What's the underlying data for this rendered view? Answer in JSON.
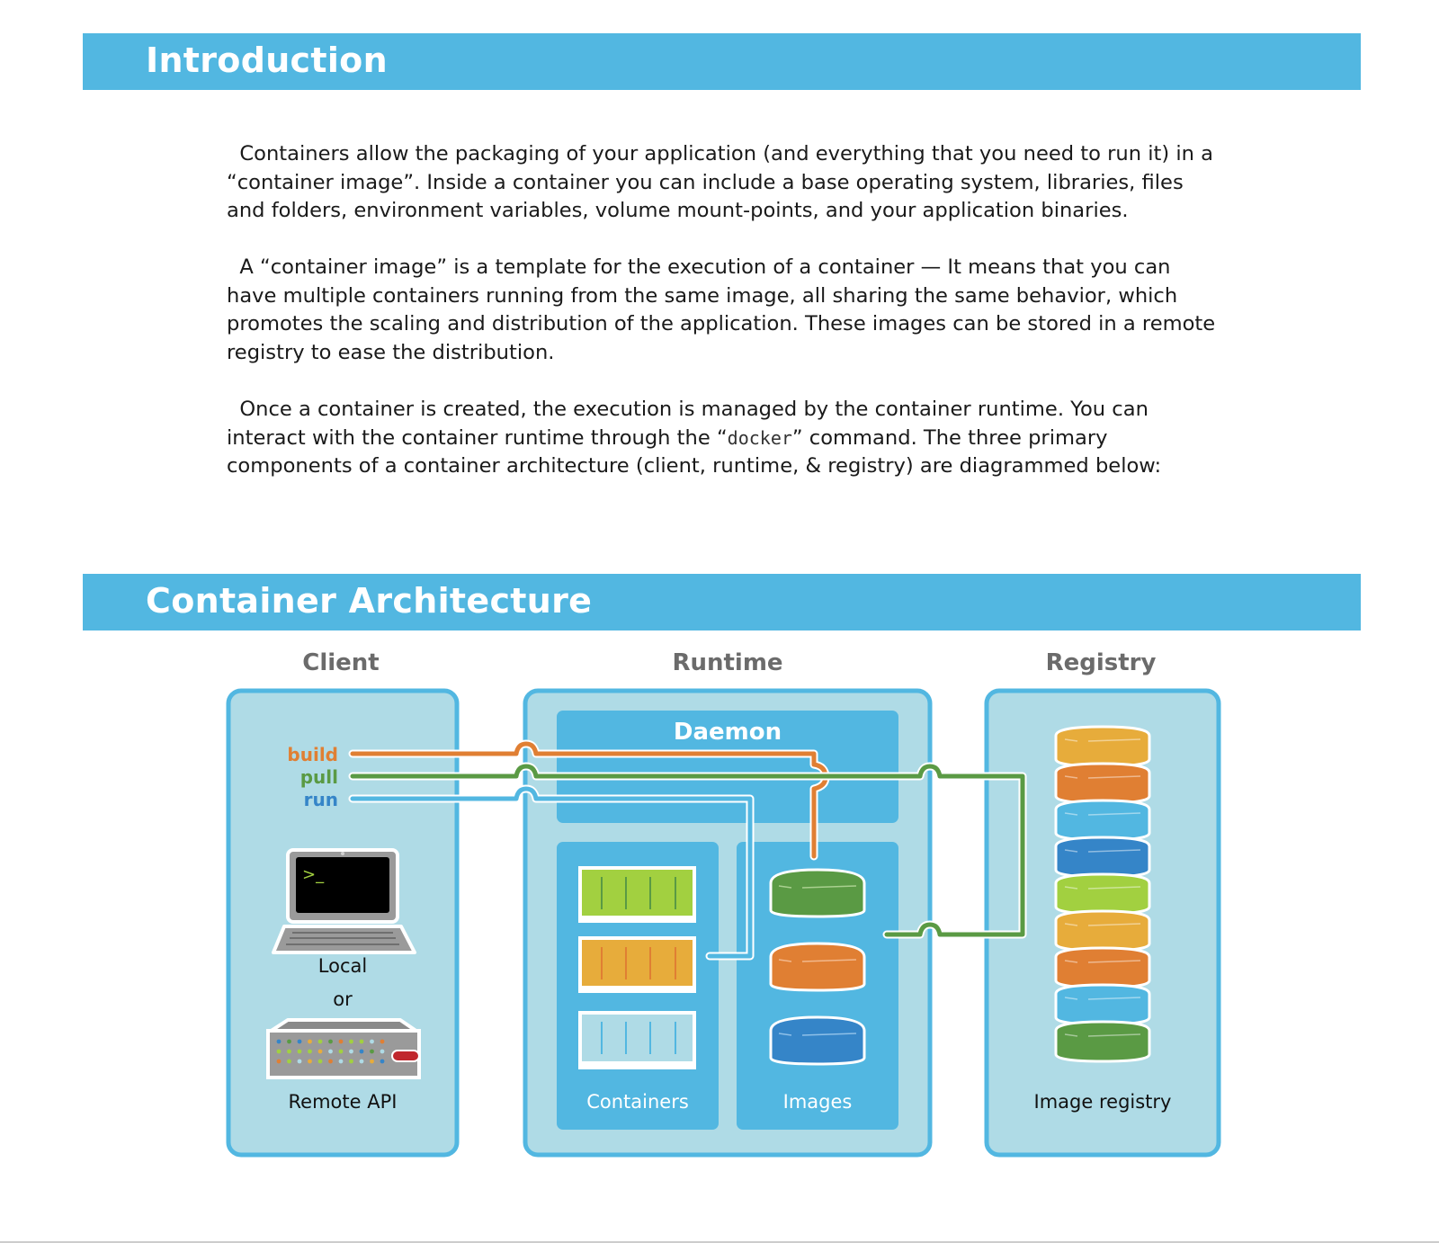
{
  "sections": {
    "intro": {
      "title": "Introduction",
      "paragraphs": {
        "p1": "  Containers allow the packaging of your application (and everything that you need to run it) in a “container image”. Inside a container you can include a base operating system, libraries, files and folders, environment variables, volume mount-points, and your application binaries.",
        "p2": "  A “container image” is a template for the execution of a container — It means that you can have multiple containers running from the same image, all sharing the same behavior, which promotes the scaling and distribution of the application. These images can be stored in a remote registry to ease the distribution.",
        "p3_before": "  Once a container is created, the execution is managed by the container runtime. You can interact with the container runtime through the “",
        "p3_code": "docker",
        "p3_after": "” command. The three primary components of a container architecture (client, runtime, & registry) are diagrammed below:"
      }
    },
    "architecture": {
      "title": "Container Architecture",
      "columns": {
        "client": "Client",
        "runtime": "Runtime",
        "registry": "Registry"
      },
      "client": {
        "commands": [
          {
            "label": "build",
            "color": "#e07f33"
          },
          {
            "label": "pull",
            "color": "#5a9a44"
          },
          {
            "label": "run",
            "color": "#3b8bcb"
          }
        ],
        "terminal_prompt": ">_",
        "local_label": "Local",
        "or_label": "or",
        "remote_label": "Remote API"
      },
      "runtime": {
        "daemon_label": "Daemon",
        "containers_label": "Containers",
        "images_label": "Images"
      },
      "registry": {
        "label": "Image registry",
        "layer_colors": [
          "#e7ac3b",
          "#e07f33",
          "#52b7e1",
          "#3585c8",
          "#a2d040",
          "#e7ac3b",
          "#e07f33",
          "#52b7e1",
          "#5a9a44"
        ]
      }
    }
  },
  "colors": {
    "banner": "#52b7e1",
    "panel_fill": "#afdbe6",
    "panel_border": "#52b7e1",
    "inner_box": "#52b7e1",
    "build_line": "#e07f33",
    "pull_line": "#5a9a44",
    "run_line": "#52b7e1",
    "container_green": "#a2d040",
    "container_orange": "#e7ac3b",
    "container_light": "#afdbe6",
    "image_green": "#5a9a44",
    "image_orange": "#e07f33",
    "image_blue": "#3585c8"
  }
}
